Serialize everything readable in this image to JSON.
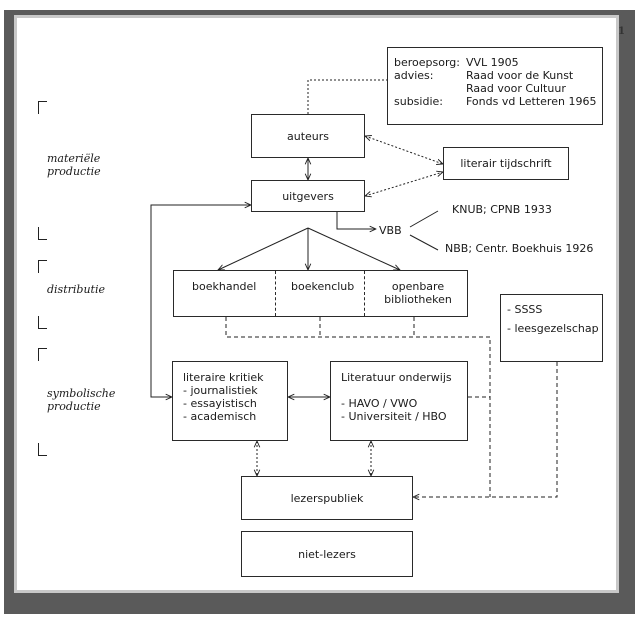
{
  "page_number": "1",
  "side_labels": {
    "materiele": [
      "materiële",
      "productie"
    ],
    "distributie": [
      "distributie"
    ],
    "symbolische": [
      "symbolische",
      "productie"
    ]
  },
  "info_box": {
    "rows": [
      {
        "key": "beroepsorg:",
        "value": "VVL 1905"
      },
      {
        "key": "advies:",
        "value": "Raad voor de Kunst"
      },
      {
        "key": "",
        "value": "Raad voor Cultuur"
      },
      {
        "key": "subsidie:",
        "value": "Fonds vd Letteren 1965"
      }
    ]
  },
  "nodes": {
    "auteurs": "auteurs",
    "literair_tijdschrift": "literair tijdschrift",
    "uitgevers": "uitgevers",
    "vbb": "VBB",
    "knub": "KNUB; CPNB 1933",
    "nbb": "NBB; Centr. Boekhuis 1926",
    "boekhandel": "boekhandel",
    "boekenclub": "boekenclub",
    "openbare": [
      "openbare",
      "bibliotheken"
    ],
    "ssss": [
      "- SSSS",
      "- leesgezelschap"
    ],
    "literaire_kritiek": [
      "literaire kritiek",
      "- journalistiek",
      "- essayistisch",
      "- academisch"
    ],
    "literatuur_onderwijs": [
      "Literatuur onderwijs",
      "",
      "- HAVO / VWO",
      "- Universiteit / HBO"
    ],
    "lezerspubliek": "lezerspubliek",
    "niet_lezers": "niet-lezers"
  }
}
